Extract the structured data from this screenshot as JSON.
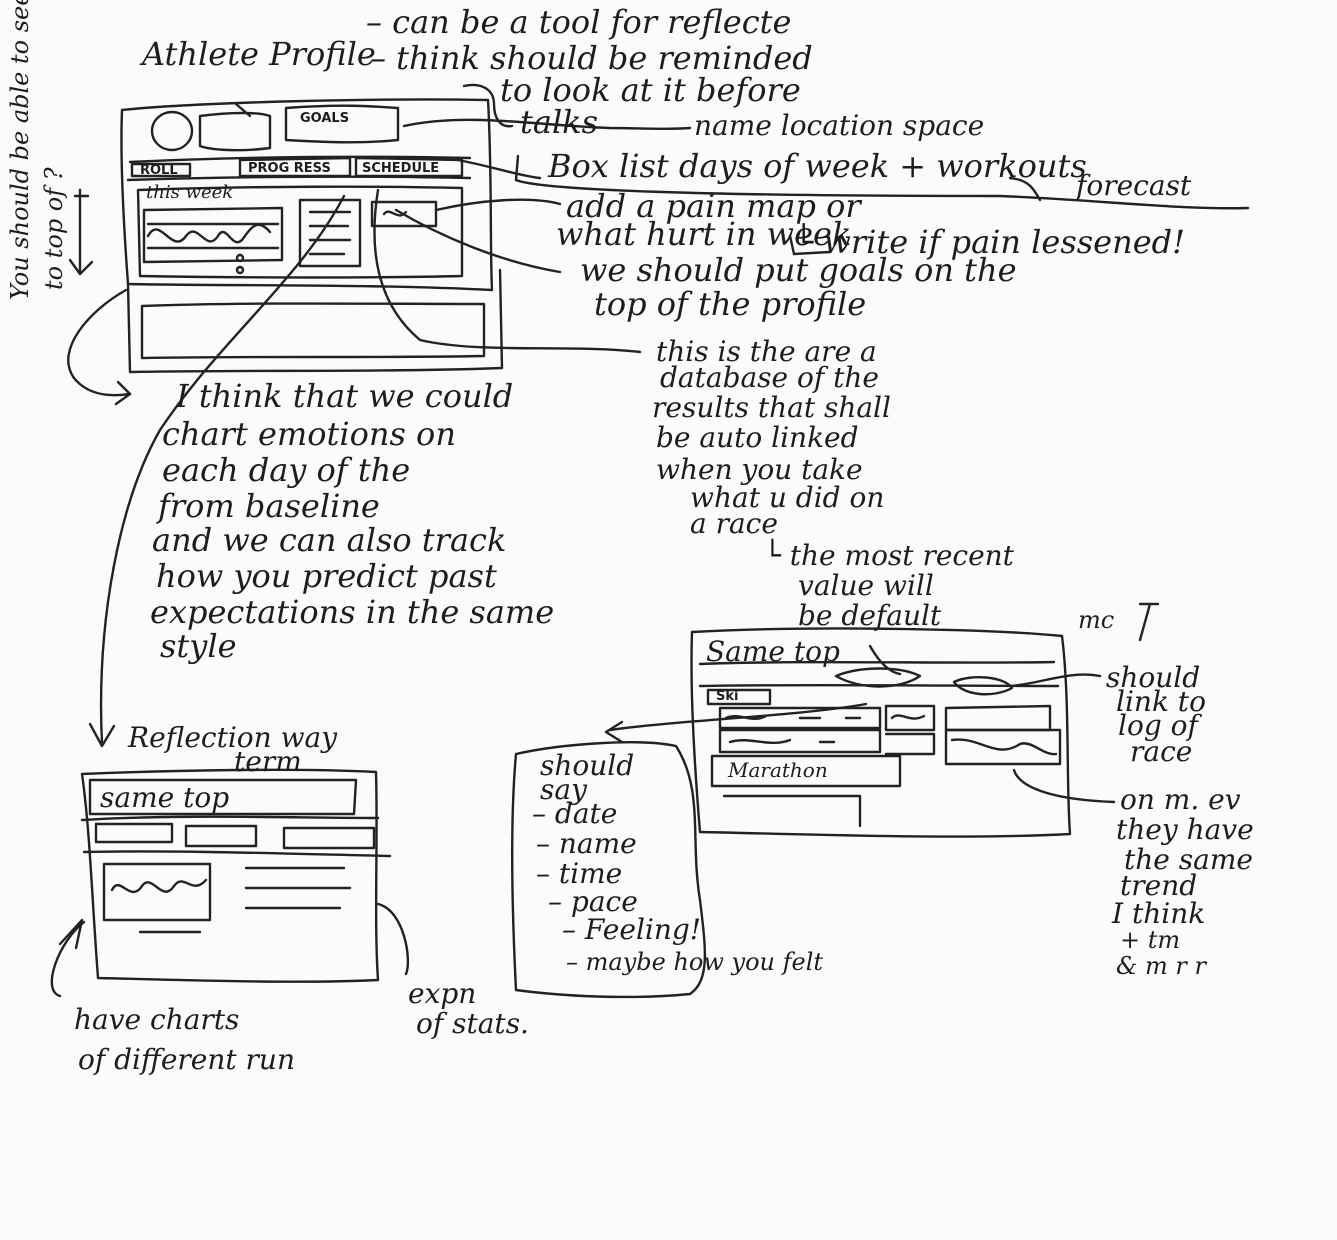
{
  "notes": {
    "athlete_profile": "Athlete Profile",
    "tool_for_reflect": "– can be a tool for reflecte",
    "reminded": "– think should be reminded",
    "look_before": "to look at it before",
    "talks": "talks",
    "name_location": "name location space",
    "box_list": "Box list days of week + workouts",
    "forecast": "forecast",
    "pain_map": "add a pain map or",
    "what_hurt": "what hurt in week",
    "pain_lessened": "└ write if pain lessened!",
    "goals_top_1": "we should put goals on the",
    "goals_top_2": "top of the profile",
    "side_note": "You should be able to see",
    "side_note_2": "to top of ?"
  },
  "emotions": {
    "lines": [
      "I think that we could",
      "chart emotions on",
      "each day of the",
      "from baseline",
      "and we can also track",
      "how you predict past",
      "expectations in the same",
      "style"
    ]
  },
  "database": {
    "lines": [
      "this is the are a",
      "database of the",
      "results that shall",
      "be auto linked",
      "when you take",
      "what u did on",
      "a race",
      "└ the most recent",
      "value will",
      "be default"
    ],
    "mc": "mc"
  },
  "wireframe_main": {
    "goals_label": "GOALS",
    "week_label": "this week",
    "tab_1": "ROLL",
    "tab_2": "PROG RESS",
    "tab_3": "SCHEDULE"
  },
  "wireframe_race": {
    "same_top": "Same top",
    "ski_label": "Ski",
    "marathon_label": "Marathon",
    "should_link": [
      "should",
      "link to",
      "log of",
      "race"
    ],
    "should_say_title": [
      "should",
      "say"
    ],
    "should_say_items": [
      "– date",
      "– name",
      "– time",
      "– pace",
      "– Feeling!",
      "– maybe how you felt"
    ],
    "right_note": [
      "on m. ev",
      "they have",
      "the same",
      "trend",
      "I think",
      "+ tm",
      "& m r r"
    ]
  },
  "wireframe_reflect": {
    "title_1": "Reflection way",
    "title_2": "term",
    "same_top": "same top",
    "chart_caption_1": "have charts",
    "chart_caption_2": "of different run",
    "expl_1": "expn",
    "expl_2": "of stats."
  }
}
